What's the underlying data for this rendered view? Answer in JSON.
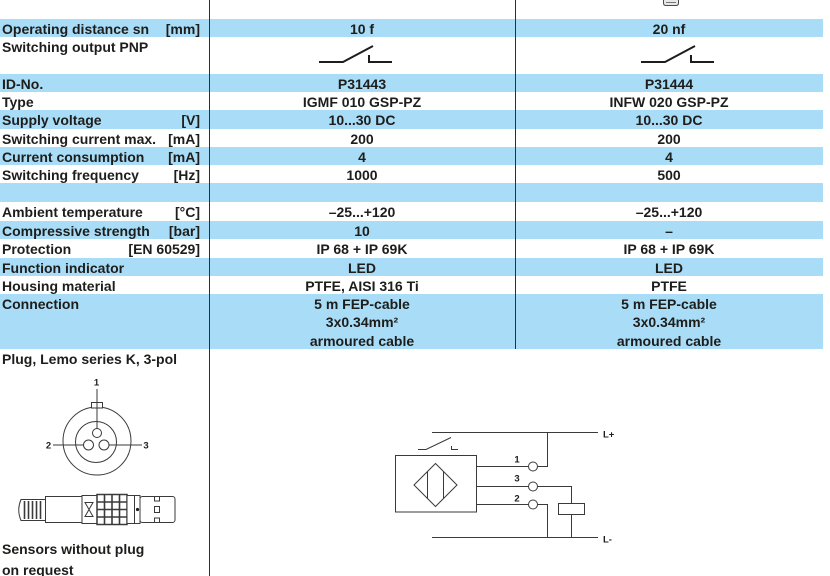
{
  "colors": {
    "row_band": "#a9dcf6",
    "text": "#1d1d1b",
    "rule": "#2f2f2f",
    "diagram_line": "#3a3a3a"
  },
  "spec_table": {
    "rows": [
      {
        "label": "Operating distance sn",
        "unit": "[mm]",
        "values": [
          "10 f",
          "20 nf"
        ]
      },
      {
        "label": "Switching output PNP",
        "icons": [
          "normally-open-contact-icon",
          "normally-open-contact-icon"
        ]
      },
      {
        "label": "ID-No.",
        "values": [
          "P31443",
          "P31444"
        ]
      },
      {
        "label": "Type",
        "values": [
          "IGMF 010 GSP-PZ",
          "INFW 020 GSP-PZ"
        ]
      },
      {
        "label": "Supply voltage",
        "unit": "[V]",
        "values": [
          "10...30 DC",
          "10...30 DC"
        ]
      },
      {
        "label": "Switching current max.",
        "unit": "[mA]",
        "values": [
          "200",
          "200"
        ]
      },
      {
        "label": "Current consumption",
        "unit": "[mA]",
        "values": [
          "4",
          "4"
        ]
      },
      {
        "label": "Switching frequency",
        "unit": "[Hz]",
        "values": [
          "1000",
          "500"
        ]
      },
      {
        "label": "Ambient temperature",
        "unit": "[°C]",
        "values": [
          "–25...+120",
          "–25...+120"
        ]
      },
      {
        "label": "Compressive strength",
        "unit": "[bar]",
        "values": [
          "10",
          "–"
        ]
      },
      {
        "label": "Protection",
        "unit": "[EN 60529]",
        "values": [
          "IP 68 + IP 69K",
          "IP 68 + IP 69K"
        ]
      },
      {
        "label": "Function indicator",
        "values": [
          "LED",
          "LED"
        ]
      },
      {
        "label": "Housing material",
        "values": [
          "PTFE, AISI 316 Ti",
          "PTFE"
        ]
      },
      {
        "label": "Connection",
        "values": [
          [
            "5 m FEP-cable",
            "3x0.34mm²",
            "armoured cable"
          ],
          [
            "5 m FEP-cable",
            "3x0.34mm²",
            "armoured cable"
          ]
        ]
      }
    ]
  },
  "plug": {
    "title": "Plug, Lemo series K, 3-pol",
    "front_view_icon": "plug-pinout-icon",
    "pin_labels": [
      "1",
      "2",
      "3"
    ],
    "side_view_icon": "lemo-plug-side-view-icon",
    "note_lines": [
      "Sensors without plug",
      "on request"
    ]
  },
  "wiring_diagram": {
    "icon": "pnp-wiring-diagram-icon",
    "supply_positive": "L+",
    "supply_negative": "L-",
    "terminal_labels": [
      "1",
      "3",
      "2"
    ]
  }
}
